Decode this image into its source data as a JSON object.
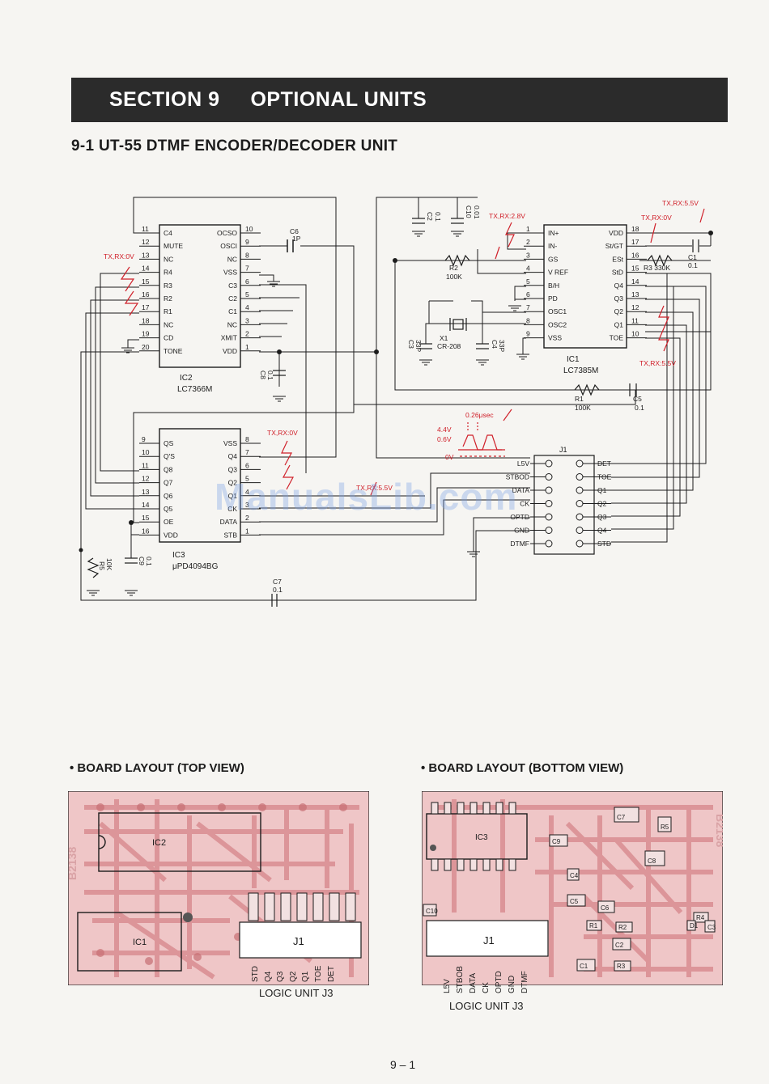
{
  "section": {
    "number": "SECTION 9",
    "title": "OPTIONAL UNITS"
  },
  "subtitle": "9-1  UT-55 DTMF ENCODER/DECODER UNIT",
  "schematic": {
    "ic2": {
      "name": "IC2",
      "part": "LC7366M",
      "left_pins": [
        {
          "num": "11",
          "label": "C4"
        },
        {
          "num": "12",
          "label": "MUTE"
        },
        {
          "num": "13",
          "label": "NC"
        },
        {
          "num": "14",
          "label": "R4"
        },
        {
          "num": "15",
          "label": "R3"
        },
        {
          "num": "16",
          "label": "R2"
        },
        {
          "num": "17",
          "label": "R1"
        },
        {
          "num": "18",
          "label": "NC"
        },
        {
          "num": "19",
          "label": "CD"
        },
        {
          "num": "20",
          "label": "TONE"
        }
      ],
      "right_pins": [
        {
          "num": "10",
          "label": "OCSO"
        },
        {
          "num": "9",
          "label": "OSCI"
        },
        {
          "num": "8",
          "label": "NC"
        },
        {
          "num": "7",
          "label": "VSS"
        },
        {
          "num": "6",
          "label": "C3"
        },
        {
          "num": "5",
          "label": "C2"
        },
        {
          "num": "4",
          "label": "C1"
        },
        {
          "num": "3",
          "label": "NC"
        },
        {
          "num": "2",
          "label": "XMIT"
        },
        {
          "num": "1",
          "label": "VDD"
        }
      ]
    },
    "ic3": {
      "name": "IC3",
      "part": "μPD4094BG",
      "left_pins": [
        {
          "num": "9",
          "label": "QS"
        },
        {
          "num": "10",
          "label": "Q'S"
        },
        {
          "num": "11",
          "label": "Q8"
        },
        {
          "num": "12",
          "label": "Q7"
        },
        {
          "num": "13",
          "label": "Q6"
        },
        {
          "num": "14",
          "label": "Q5"
        },
        {
          "num": "15",
          "label": "OE"
        },
        {
          "num": "16",
          "label": "VDD"
        }
      ],
      "right_pins": [
        {
          "num": "8",
          "label": "VSS"
        },
        {
          "num": "7",
          "label": "Q4"
        },
        {
          "num": "6",
          "label": "Q3"
        },
        {
          "num": "5",
          "label": "Q2"
        },
        {
          "num": "4",
          "label": "Q1"
        },
        {
          "num": "3",
          "label": "CK"
        },
        {
          "num": "2",
          "label": "DATA"
        },
        {
          "num": "1",
          "label": "STB"
        }
      ]
    },
    "ic1": {
      "name": "IC1",
      "part": "LC7385M",
      "left_pins": [
        {
          "num": "1",
          "label": "IN+"
        },
        {
          "num": "2",
          "label": "IN-"
        },
        {
          "num": "3",
          "label": "GS"
        },
        {
          "num": "4",
          "label": "V REF"
        },
        {
          "num": "5",
          "label": "B/H"
        },
        {
          "num": "6",
          "label": "PD"
        },
        {
          "num": "7",
          "label": "OSC1"
        },
        {
          "num": "8",
          "label": "OSC2"
        },
        {
          "num": "9",
          "label": "VSS"
        }
      ],
      "right_pins": [
        {
          "num": "18",
          "label": "VDD"
        },
        {
          "num": "17",
          "label": "St/GT"
        },
        {
          "num": "16",
          "label": "ESt"
        },
        {
          "num": "15",
          "label": "StD"
        },
        {
          "num": "14",
          "label": "Q4"
        },
        {
          "num": "13",
          "label": "Q3"
        },
        {
          "num": "12",
          "label": "Q2"
        },
        {
          "num": "11",
          "label": "Q1"
        },
        {
          "num": "10",
          "label": "TOE"
        }
      ]
    },
    "j1": {
      "name": "J1",
      "left": [
        "L5V",
        "STBOD",
        "DATA",
        "CK",
        "OPTD",
        "GND",
        "DTMF"
      ],
      "right": [
        "DET",
        "TOE",
        "Q1",
        "Q2",
        "Q3",
        "Q4",
        "STD"
      ]
    },
    "components": {
      "c6": "C6",
      "c6_val": "1P",
      "c2": "C2",
      "c2_val": "0.1",
      "c10": "C10",
      "c10_val": "0.01",
      "c1": "C1",
      "c1_val": "0.1",
      "r2": "R2",
      "r2_val": "100K",
      "r3": "R3 330K",
      "x1": "X1",
      "x1_val": "CR-208",
      "c3": "C3",
      "c3_val": "33P",
      "c4": "C4",
      "c4_val": "33P",
      "r1": "R1",
      "r1_val": "100K",
      "c5": "C5",
      "c5_val": "0.1",
      "c8": "C8",
      "c8_val": "0.1",
      "c9": "C9",
      "c9_val": "0.1",
      "r5": "R5",
      "r5_val": "10K",
      "c7": "C7",
      "c7_val": "0.1"
    },
    "annotations": {
      "tx_rx_0v_a": "TX,RX:0V",
      "tx_rx_0v_b": "TX,RX:0V",
      "tx_rx_28v": "TX,RX:2.8V",
      "tx_rx_55v_top": "TX,RX:5.5V",
      "tx_rx_0v_c": "TX,RX:0V",
      "tx_rx_55v_bot": "TX,RX:5.5V",
      "tx_rx_55v_mid": "TX,RX:5.5V",
      "pulse_width": "0.26μsec",
      "v_high": "4.4V",
      "v_low": "0.6V",
      "v_zero": "0V"
    }
  },
  "board_top": {
    "title": "• BOARD LAYOUT (TOP VIEW)",
    "board_code": "B2138",
    "ic2": "IC2",
    "ic1": "IC1",
    "j1": "J1",
    "pins": [
      "STD",
      "Q4",
      "Q3",
      "Q2",
      "Q1",
      "TOE",
      "DET"
    ],
    "caption": "LOGIC UNIT J3"
  },
  "board_bottom": {
    "title": "• BOARD LAYOUT (BOTTOM VIEW)",
    "board_code": "B2138",
    "ic3": "IC3",
    "j1": "J1",
    "parts": [
      "C7",
      "R5",
      "C9",
      "C8",
      "C6",
      "C5",
      "R4",
      "R1",
      "R2",
      "C2",
      "C1",
      "R3",
      "D1",
      "C10",
      "C3",
      "C4"
    ],
    "pins": [
      "L5V",
      "STBOB",
      "DATA",
      "CK",
      "OPTD",
      "GND",
      "DTMF"
    ],
    "caption": "LOGIC UNIT J3"
  },
  "watermark": "ManualsLib.com",
  "page_number": "9 – 1",
  "colors": {
    "banner": "#2b2b2b",
    "annotation": "#d0202a",
    "pcb": "#e6a3a6",
    "ink": "#1c1c1c"
  }
}
